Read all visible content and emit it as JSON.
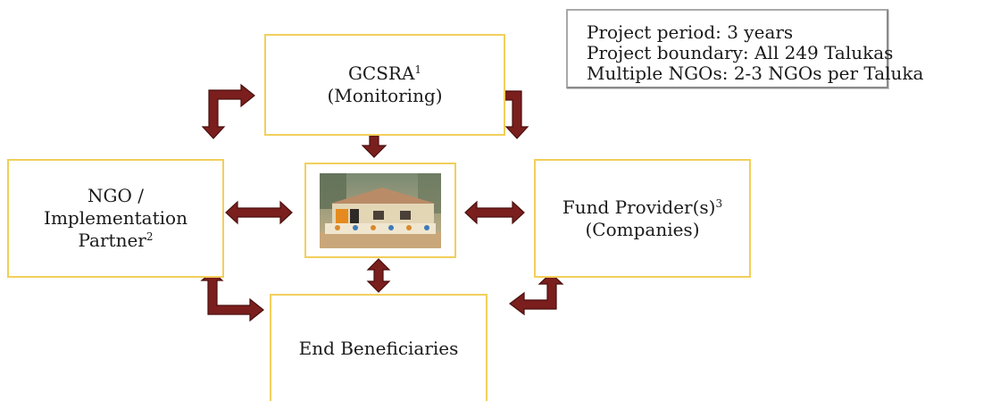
{
  "nodes": {
    "gcsra": {
      "name": "GCSRA",
      "sup": "1",
      "role": "(Monitoring)"
    },
    "ngo": {
      "line1": "NGO /",
      "line2": "Implementation",
      "line3": "Partner",
      "sup": "2"
    },
    "fund": {
      "name": "Fund Provider(s)",
      "sup": "3",
      "role": "(Companies)"
    },
    "end": {
      "label": "End Beneficiaries"
    }
  },
  "info": {
    "period": "Project period: 3 years",
    "boundary": "Project boundary: All 249 Talukas",
    "ngos": "Multiple NGOs: 2-3 NGOs per Taluka"
  },
  "colors": {
    "node_border": "#f2cf5b",
    "arrow_fill": "#7a1f1d",
    "info_border": "#a9a9a9"
  }
}
